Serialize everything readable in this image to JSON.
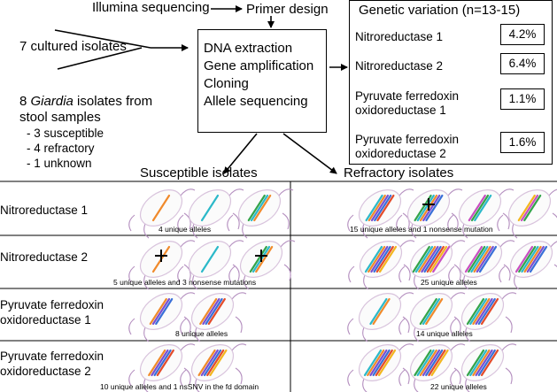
{
  "top": {
    "illumina": "Illumina sequencing",
    "primer": "Primer design",
    "cultured": "7 cultured isolates",
    "stool_line1_pre": "8 ",
    "stool_line1_italic": "Giardia",
    "stool_line1_post": " isolates from",
    "stool_line2": "stool samples",
    "stool_items": [
      "- 3 susceptible",
      "- 4 refractory",
      "- 1 unknown"
    ],
    "process_steps": [
      "DNA extraction",
      "Gene amplification",
      "Cloning",
      "Allele sequencing"
    ]
  },
  "variation": {
    "title": "Genetic variation (n=13-15)",
    "rows": [
      {
        "label1": "Nitroreductase 1",
        "label2": "",
        "value": "4.2%"
      },
      {
        "label1": "Nitroreductase 2",
        "label2": "",
        "value": "6.4%"
      },
      {
        "label1": "Pyruvate ferredoxin",
        "label2": "oxidoreductase 1",
        "value": "1.1%"
      },
      {
        "label1": "Pyruvate ferredoxin",
        "label2": "oxidoreductase 2",
        "value": "1.6%"
      }
    ]
  },
  "table": {
    "susceptible_header": "Susceptible isolates",
    "refractory_header": "Refractory isolates",
    "rows": [
      {
        "label1": "Nitroreductase 1",
        "label2": "",
        "susc_caption": "4 unique alleles",
        "refr_caption": "15 unique alleles and 1 nonsense mutation"
      },
      {
        "label1": "Nitroreductase 2",
        "label2": "",
        "susc_caption": "5 unique alleles and 3 nonsense mutations",
        "refr_caption": "25 unique alleles"
      },
      {
        "label1": "Pyruvate ferredoxin",
        "label2": "oxidoreductase 1",
        "susc_caption": "8 unique alleles",
        "refr_caption": "14 unique alleles"
      },
      {
        "label1": "Pyruvate ferredoxin",
        "label2": "oxidoreductase 2",
        "susc_caption": "10 unique alleles and 1 nsSNV in the fd domain",
        "refr_caption": "22 unique alleles"
      }
    ]
  },
  "colors": {
    "cell_outline": "#d9c4dd",
    "flagella": "#b48fbf",
    "allele_palette": [
      "#3a6fd8",
      "#e34b2a",
      "#f3b61f",
      "#c84fc0",
      "#33a44a",
      "#2bb9c9",
      "#f08a2c",
      "#7a4fd0"
    ]
  }
}
